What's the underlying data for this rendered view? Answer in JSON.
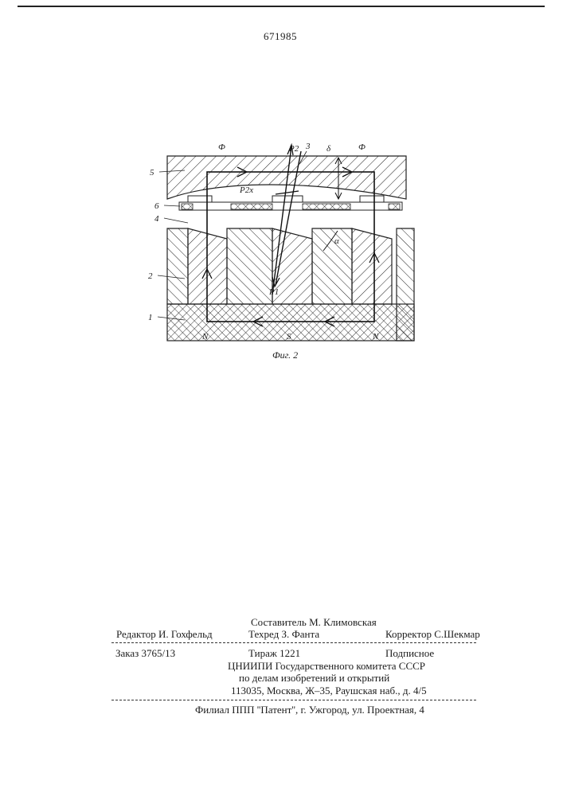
{
  "header": {
    "patent_number": "671985"
  },
  "figure": {
    "caption": "Фиг. 2",
    "labels": {
      "flux_left": "Ф",
      "flux_right": "Ф",
      "force_p2": "P2",
      "force_p2x": "P2x",
      "force_p1": "P1",
      "gap": "δ",
      "angle": "α",
      "ref_1": "1",
      "ref_2": "2",
      "ref_3": "3",
      "ref_4": "4",
      "ref_5": "5",
      "ref_6": "6",
      "pole_n_left": "N",
      "pole_s": "S",
      "pole_n_right": "N"
    }
  },
  "credits": {
    "compiler": "Составитель М. Климовская",
    "editor": "Редактор И. Гохфельд",
    "techred": "Техред З. Фанта",
    "corrector": "Корректор С.Шекмар",
    "order": "Заказ 3765/13",
    "circulation": "Тираж 1221",
    "subscription": "Подписное",
    "org_line1": "ЦНИИПИ Государственного комитета СССР",
    "org_line2": "по делам изобретений и открытий",
    "address": "113035, Москва, Ж–35, Раушская наб., д. 4/5",
    "branch": "Филиал ППП ''Патент'', г. Ужгород, ул. Проектная, 4"
  }
}
